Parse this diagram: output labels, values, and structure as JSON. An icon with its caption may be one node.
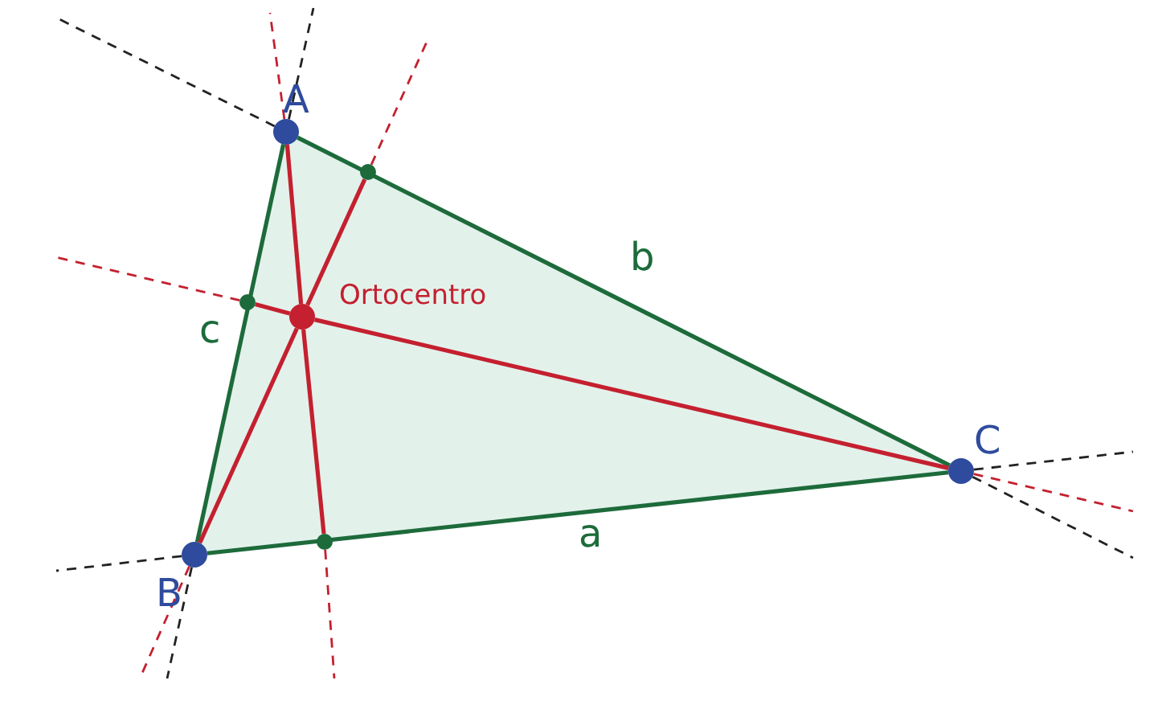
{
  "diagram": {
    "nodes": [
      {
        "text": [],
        "shape": "circle",
        "beside": [
          "A"
        ]
      },
      {
        "text": [],
        "shape": "circle",
        "beside": [
          "B"
        ]
      },
      {
        "text": [],
        "shape": "circle",
        "beside": [
          "C"
        ]
      },
      {
        "text": [],
        "shape": "circle",
        "beside": [
          "Ortocentro"
        ]
      },
      {
        "text": [],
        "shape": "circle"
      },
      {
        "text": [],
        "shape": "circle"
      },
      {
        "text": [],
        "shape": "circle"
      }
    ],
    "edges": [
      {
        "from": 0,
        "to": 1,
        "arrow": "none",
        "label": "c",
        "color": "#1d6b3b"
      },
      {
        "from": 1,
        "to": 2,
        "arrow": "none",
        "label": "a",
        "color": "#1d6b3b"
      },
      {
        "from": 0,
        "to": 2,
        "arrow": "none",
        "label": "b",
        "color": "#1d6b3b"
      },
      {
        "from": 0,
        "to": 3,
        "arrow": "none",
        "color": "#c4202f"
      },
      {
        "from": 3,
        "to": 4,
        "arrow": "none",
        "color": "#c4202f"
      },
      {
        "from": 1,
        "to": 3,
        "arrow": "none",
        "color": "#c4202f"
      },
      {
        "from": 3,
        "to": 5,
        "arrow": "none",
        "color": "#c4202f"
      },
      {
        "from": 2,
        "to": 3,
        "arrow": "none",
        "color": "#c4202f"
      },
      {
        "from": 3,
        "to": 6,
        "arrow": "none",
        "color": "#c4202f"
      },
      {
        "from": 0,
        "to": null,
        "arrow": "none",
        "style": "dashed",
        "color": "#222222"
      },
      {
        "from": 2,
        "to": null,
        "arrow": "none",
        "style": "dashed",
        "color": "#222222"
      },
      {
        "from": 1,
        "to": null,
        "arrow": "none",
        "style": "dashed",
        "color": "#222222"
      },
      {
        "from": 2,
        "to": null,
        "arrow": "none",
        "style": "dashed",
        "color": "#222222"
      },
      {
        "from": 0,
        "to": null,
        "arrow": "none",
        "style": "dashed",
        "color": "#222222"
      },
      {
        "from": 1,
        "to": null,
        "arrow": "none",
        "style": "dashed",
        "color": "#222222"
      },
      {
        "from": 0,
        "to": null,
        "arrow": "none",
        "style": "dashed",
        "color": "#c4202f"
      },
      {
        "from": 4,
        "to": null,
        "arrow": "none",
        "style": "dashed",
        "color": "#c4202f"
      },
      {
        "from": 5,
        "to": null,
        "arrow": "none",
        "style": "dashed",
        "color": "#c4202f"
      },
      {
        "from": 1,
        "to": null,
        "arrow": "none",
        "style": "dashed",
        "color": "#c4202f"
      },
      {
        "from": 6,
        "to": null,
        "arrow": "none",
        "style": "dashed",
        "color": "#c4202f"
      },
      {
        "from": 2,
        "to": null,
        "arrow": "none",
        "style": "dashed",
        "color": "#c4202f"
      }
    ]
  }
}
